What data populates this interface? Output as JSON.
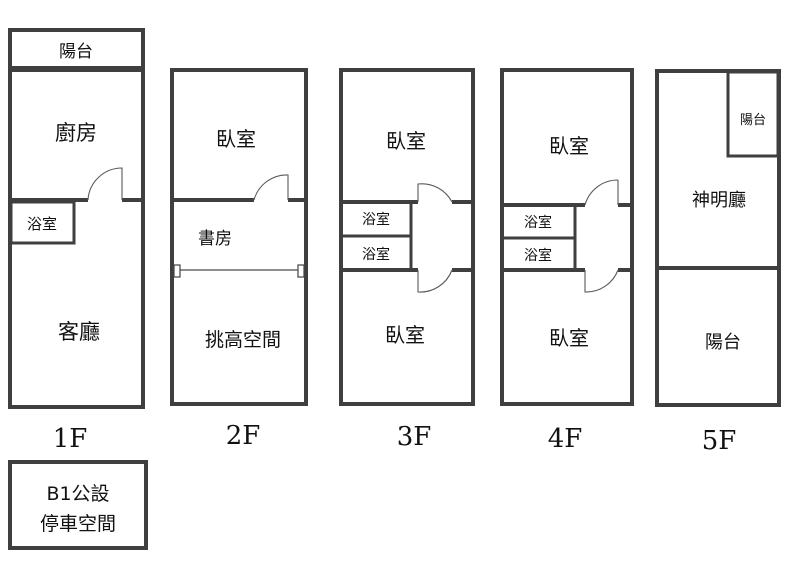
{
  "floor_labels": [
    "1F",
    "2F",
    "3F",
    "4F",
    "5F"
  ],
  "rooms": {
    "f1_balcony": "陽台",
    "f1_kitchen": "廚房",
    "f1_bath": "浴室",
    "f1_living": "客廳",
    "f2_bedroom": "臥室",
    "f2_study": "書房",
    "f2_void": "挑高空間",
    "f3_bedroom_top": "臥室",
    "f3_bath_1": "浴室",
    "f3_bath_2": "浴室",
    "f3_bedroom_bottom": "臥室",
    "f4_bedroom_top": "臥室",
    "f4_bath_1": "浴室",
    "f4_bath_2": "浴室",
    "f4_bedroom_bottom": "臥室",
    "f5_balcony_small": "陽台",
    "f5_shrine_hall": "神明廳",
    "f5_balcony": "陽台"
  },
  "basement": {
    "line1": "B1公設",
    "line2": "停車空間"
  }
}
